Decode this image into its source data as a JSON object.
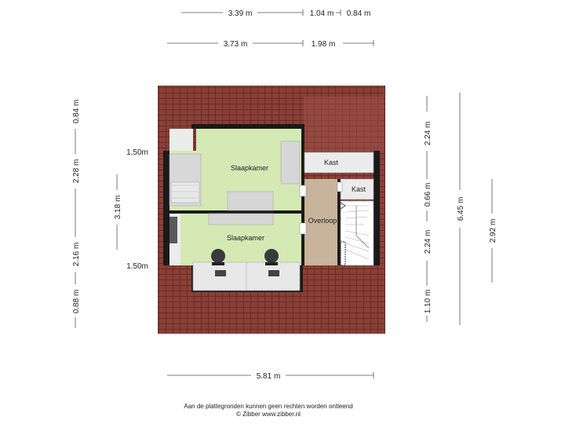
{
  "dimensions": {
    "top_row1": [
      "3.39 m",
      "1.04 m",
      "0.84 m"
    ],
    "top_row2": [
      "3.73 m",
      "1.98 m"
    ],
    "bottom": "5.81 m",
    "left_outer": [
      "0.84 m",
      "2.28 m",
      "2.16 m",
      "0.88 m"
    ],
    "left_inner": "3.18 m",
    "height_label_top": "1,50m",
    "height_label_bottom": "1.50m",
    "right_a": [
      "2.24 m",
      "0.66 m",
      "2.24 m",
      "1.10 m"
    ],
    "right_b": "6.45 m",
    "right_c": "2.92 m"
  },
  "rooms": {
    "bedroom_top": "Slaapkamer",
    "bedroom_bottom": "Slaapkamer",
    "closet_top": "Kast",
    "closet_small": "Kast",
    "landing": "Overloop"
  },
  "footer": {
    "line1": "Aan de plattegronden kunnen geen rechten worden ontleend",
    "line2": "© Zibber www.zibber.nl"
  },
  "colors": {
    "roof": "#8a3f36",
    "room_green": "#d4e9b4",
    "landing": "#c8b49c",
    "wall": "#1a1a1a"
  }
}
